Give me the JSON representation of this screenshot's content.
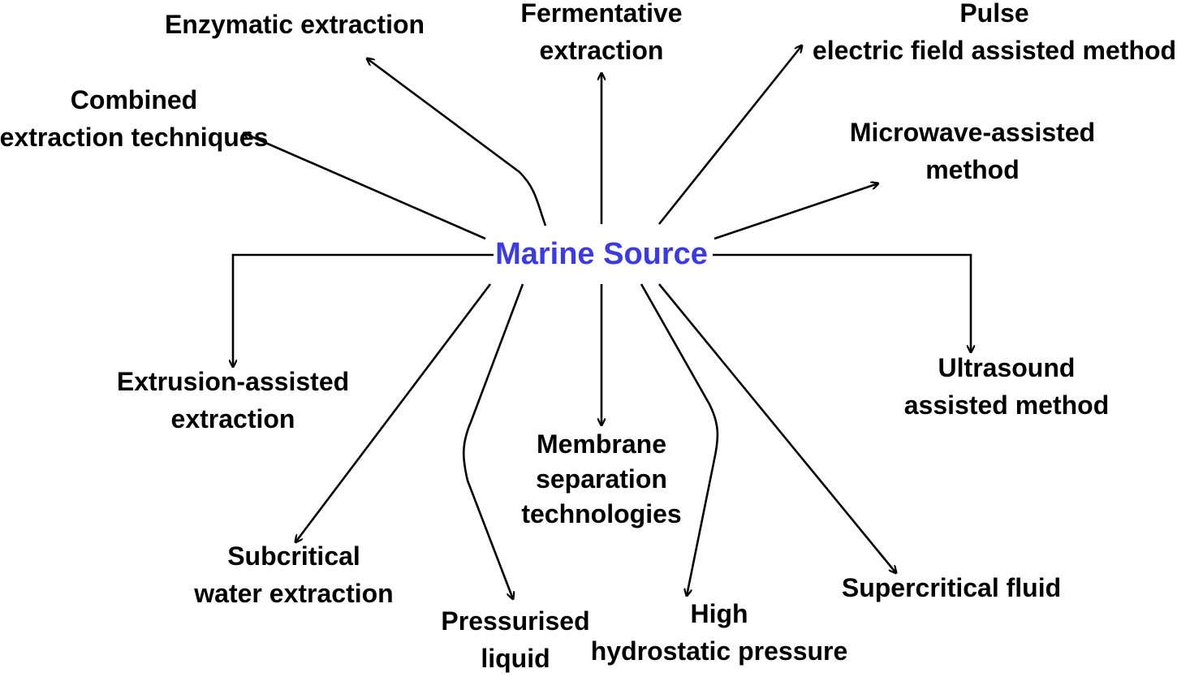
{
  "diagram": {
    "center": {
      "label": "Marine Source",
      "color": "#3a3ae6"
    },
    "line_color": "#000000",
    "nodes": {
      "enzymatic": {
        "lines": [
          "Enzymatic extraction"
        ]
      },
      "fermentative": {
        "lines": [
          "Fermentative",
          "extraction"
        ]
      },
      "pulse": {
        "lines": [
          "Pulse",
          "electric field assisted method"
        ]
      },
      "combined": {
        "lines": [
          "Combined",
          "extraction techniques"
        ]
      },
      "microwave": {
        "lines": [
          "Microwave-assisted",
          "method"
        ]
      },
      "extrusion": {
        "lines": [
          "Extrusion-assisted",
          "extraction"
        ]
      },
      "ultrasound": {
        "lines": [
          "Ultrasound",
          "assisted method"
        ]
      },
      "membrane": {
        "lines": [
          "Membrane",
          "separation",
          "technologies"
        ]
      },
      "subcritical": {
        "lines": [
          "Subcritical",
          "water extraction"
        ]
      },
      "pressurised": {
        "lines": [
          "Pressurised",
          "liquid"
        ]
      },
      "high_pressure": {
        "lines": [
          "High",
          "hydrostatic pressure"
        ]
      },
      "supercritical": {
        "lines": [
          "Supercritical fluid"
        ]
      }
    }
  }
}
